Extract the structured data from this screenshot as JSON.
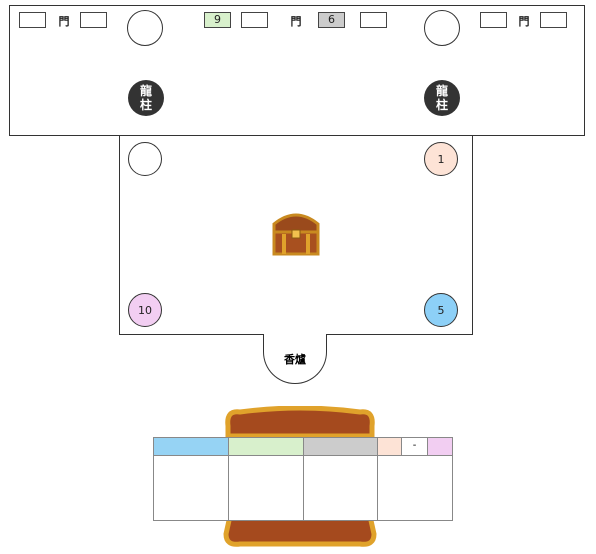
{
  "top_bar": {
    "gate_label": "門",
    "slots": [
      "",
      "",
      "9",
      "",
      "6",
      "",
      "",
      ""
    ],
    "slot_colors": [
      "#ffffff",
      "#ffffff",
      "#d8f0cc",
      "#ffffff",
      "#cccccc",
      "#ffffff",
      "#ffffff",
      "#ffffff"
    ]
  },
  "pillars": {
    "left": [
      "龍",
      "柱"
    ],
    "right": [
      "龍",
      "柱"
    ]
  },
  "court_spots": [
    {
      "label": "",
      "color": "#ffffff"
    },
    {
      "label": "1",
      "color": "#fde3d6"
    },
    {
      "label": "10",
      "color": "#f2cef2"
    },
    {
      "label": "5",
      "color": "#8dd0f7"
    }
  ],
  "burner": {
    "label": "香爐"
  },
  "bottom_panel": {
    "header_colors": [
      "#96d3f4",
      "#d8f0cc",
      "#cccccc",
      "#fde3d6",
      "#ffffff",
      "#f2cef2"
    ],
    "header_text": [
      "",
      "",
      "",
      "",
      "-",
      ""
    ]
  },
  "items": {
    "chest": "treasure-chest",
    "table_lid": "wooden-chest-lid",
    "table_base": "wooden-chest-base"
  }
}
